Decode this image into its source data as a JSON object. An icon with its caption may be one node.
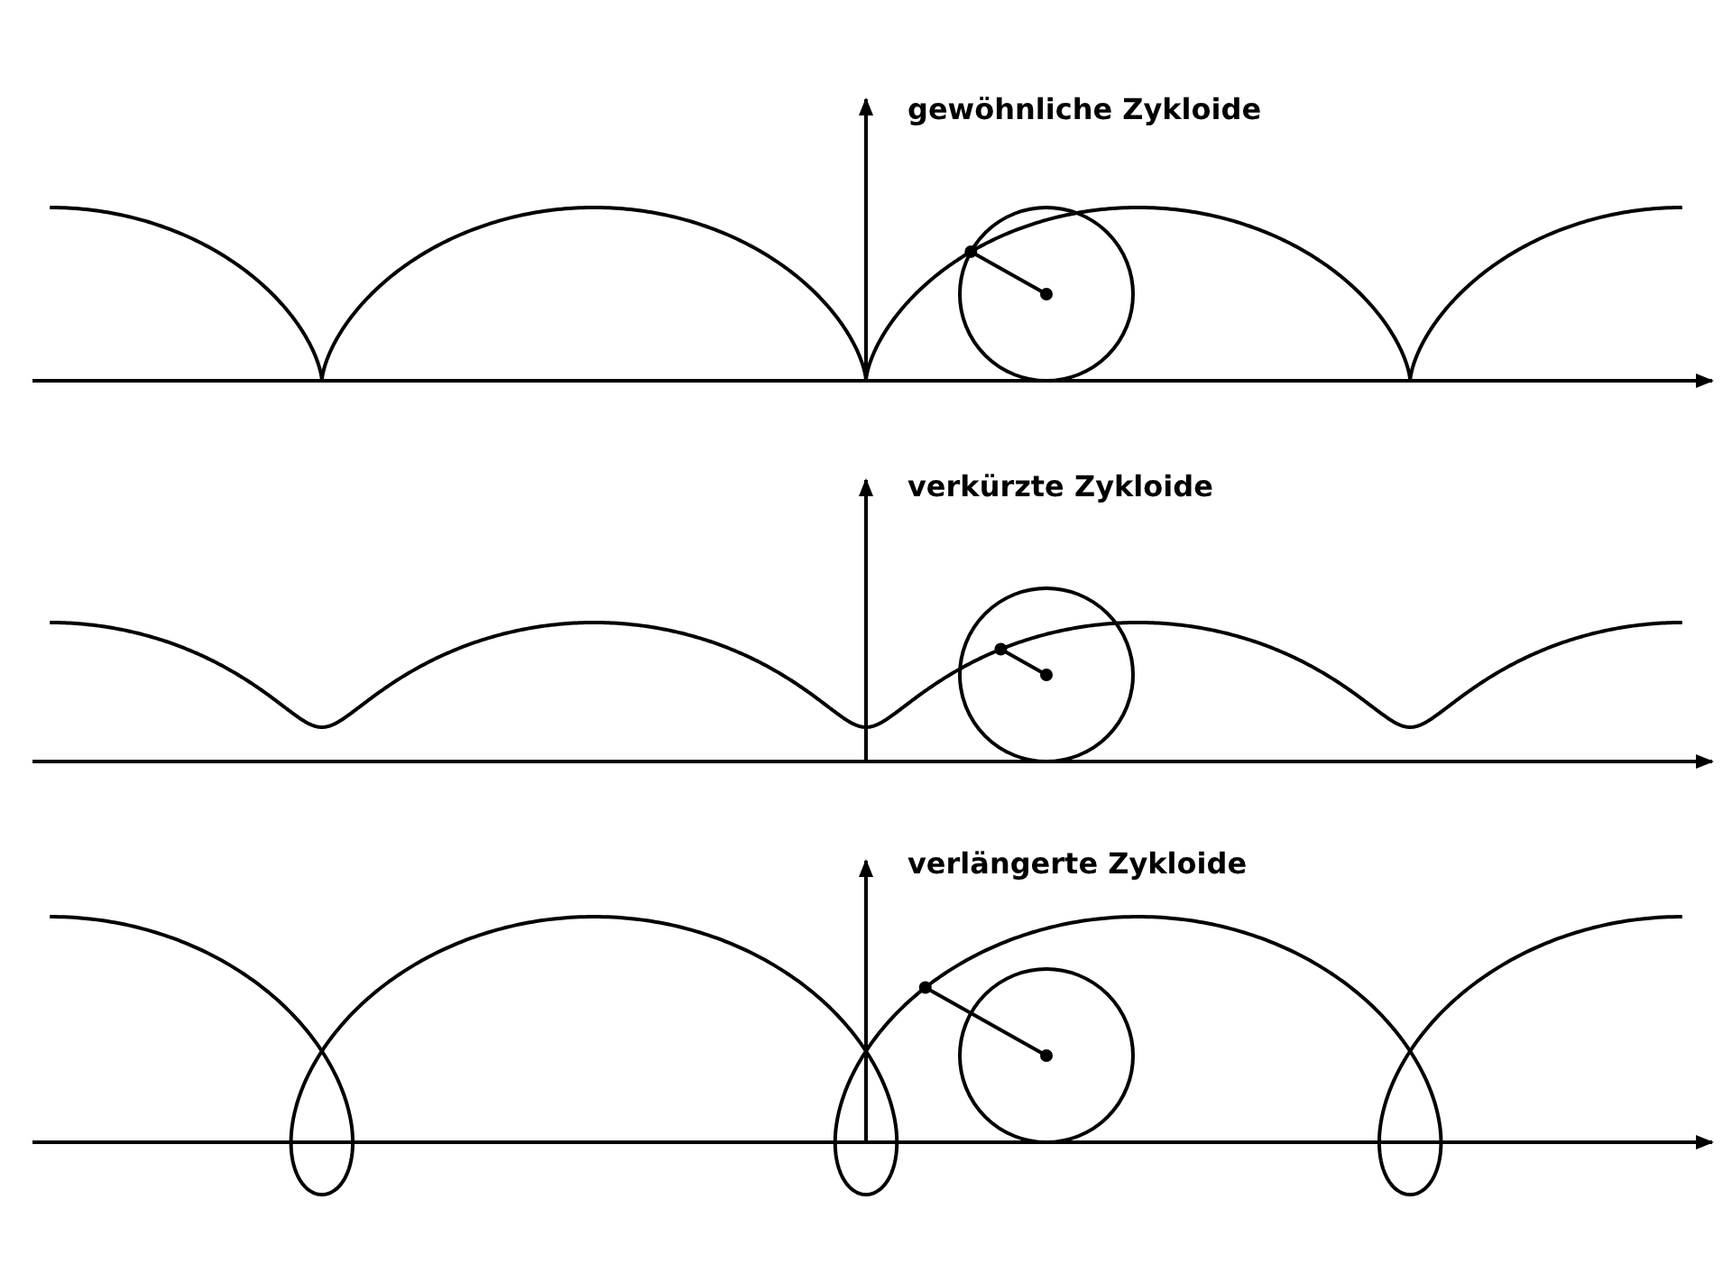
{
  "diagram": {
    "labels": [
      "gewöhnliche Zykloide",
      "verkürzte Zykloide",
      "verlängerte Zykloide"
    ]
  }
}
